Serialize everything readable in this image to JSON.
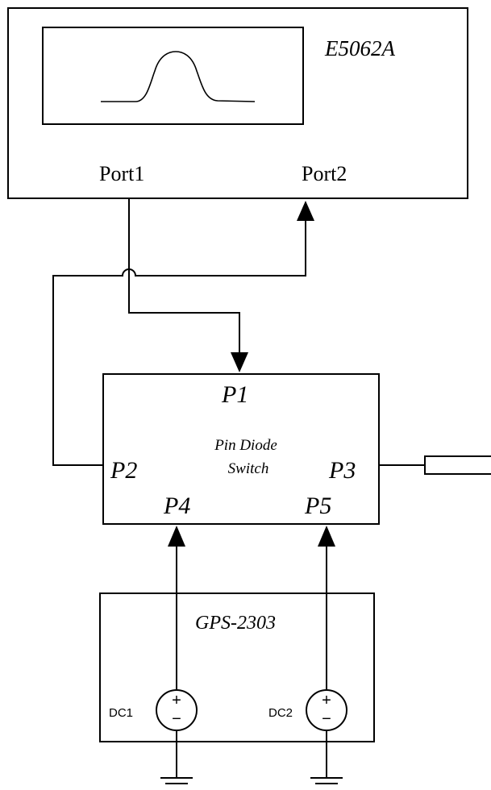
{
  "analyzer": {
    "model": "E5062A",
    "port1_label": "Port1",
    "port2_label": "Port2"
  },
  "switch": {
    "title_line1": "Pin Diode",
    "title_line2": "Switch",
    "ports": {
      "p1": "P1",
      "p2": "P2",
      "p3": "P3",
      "p4": "P4",
      "p5": "P5"
    }
  },
  "power_supply": {
    "model": "GPS-2303",
    "sources": [
      {
        "label": "DC1",
        "plus": "+",
        "minus": "−"
      },
      {
        "label": "DC2",
        "plus": "+",
        "minus": "−"
      }
    ]
  }
}
